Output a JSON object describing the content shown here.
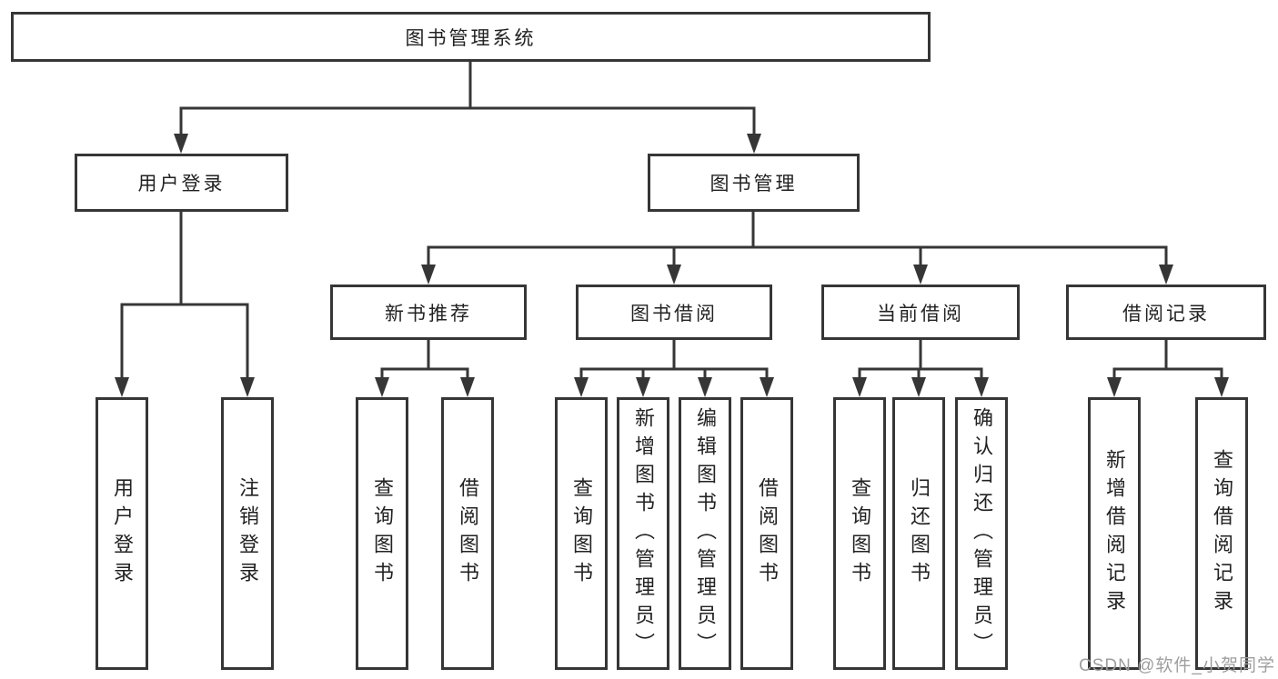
{
  "diagram_title": "图书管理系统",
  "watermark": "CSDN @软件_小贺同学",
  "colors": {
    "line": "#363636",
    "box_border": "#363636",
    "text": "#222222",
    "watermark": "#9e9e9e",
    "background": "#ffffff"
  },
  "tree": {
    "root": {
      "label": "图书管理系统",
      "children": [
        {
          "label": "用户登录",
          "children": [
            {
              "label": "用户登录"
            },
            {
              "label": "注销登录"
            }
          ]
        },
        {
          "label": "图书管理",
          "children": [
            {
              "label": "新书推荐",
              "children": [
                {
                  "label": "查询图书"
                },
                {
                  "label": "借阅图书"
                }
              ]
            },
            {
              "label": "图书借阅",
              "children": [
                {
                  "label": "查询图书"
                },
                {
                  "label": "新增图书（管理员）"
                },
                {
                  "label": "编辑图书（管理员）"
                },
                {
                  "label": "借阅图书"
                }
              ]
            },
            {
              "label": "当前借阅",
              "children": [
                {
                  "label": "查询图书"
                },
                {
                  "label": "归还图书"
                },
                {
                  "label": "确认归还（管理员）"
                }
              ]
            },
            {
              "label": "借阅记录",
              "children": [
                {
                  "label": "新增借阅记录"
                },
                {
                  "label": "查询借阅记录"
                }
              ]
            }
          ]
        }
      ]
    }
  }
}
